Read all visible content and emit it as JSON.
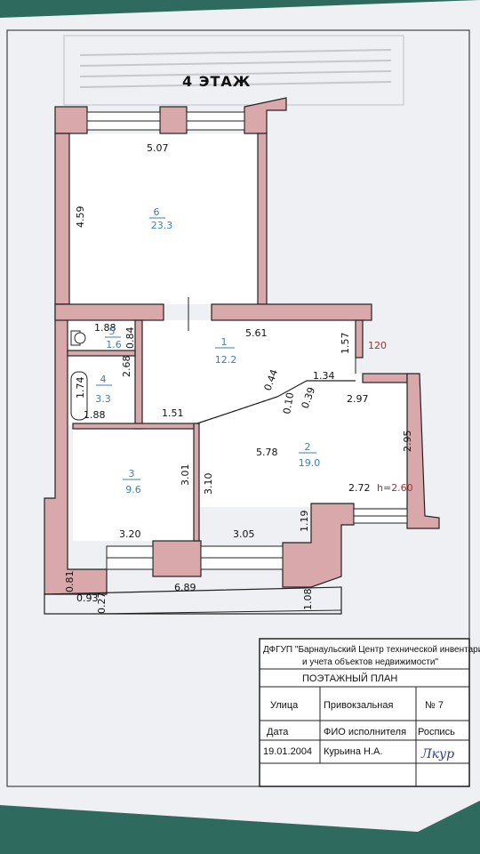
{
  "floor_title": "4 ЭТАЖ",
  "rooms": [
    {
      "num": "6",
      "area": "23.3"
    },
    {
      "num": "5",
      "area": "1.6"
    },
    {
      "num": "4",
      "area": "3.3"
    },
    {
      "num": "1",
      "area": "12.2"
    },
    {
      "num": "2",
      "area": "19.0"
    },
    {
      "num": "3",
      "area": "9.6"
    }
  ],
  "dims": {
    "d507": "5.07",
    "d459": "4.59",
    "d188a": "1.88",
    "d084": "0.84",
    "d561": "5.61",
    "d157": "1.57",
    "d120": "120",
    "d268": "2.68",
    "d174": "1.74",
    "d188b": "1.88",
    "d151": "1.51",
    "d044": "0.44",
    "d039": "0.39",
    "d010": "0.10",
    "d134": "1.34",
    "d297": "2.97",
    "d295": "2.95",
    "d578": "5.78",
    "d301": "3.01",
    "d310": "3.10",
    "d272": "2.72",
    "h": "h=2.60",
    "d119": "1.19",
    "d320": "3.20",
    "d305": "3.05",
    "d689": "6.89",
    "d081": "0.81",
    "d093": "0.93",
    "d027": "0.27",
    "d108": "1.08"
  },
  "stamp": {
    "org_line1": "ДФГУП \"Барнаульский Центр технической инвентаризации",
    "org_line2": "и учета объектов недвижимости\"",
    "plan_title": "ПОЭТАЖНЫЙ ПЛАН",
    "street_label": "Улица",
    "street_value": "Привокзальная",
    "number_label": "№ 7",
    "date_label": "Дата",
    "executor_label": "ФИО исполнителя",
    "signature_label": "Роспись",
    "date_value": "19.01.2004",
    "executor_value": "Курьина Н.А.",
    "signature": "Лкур"
  },
  "colors": {
    "wall": "#d9a8ab",
    "room_label": "#3a7fc0",
    "mark": "#b12a2a"
  }
}
